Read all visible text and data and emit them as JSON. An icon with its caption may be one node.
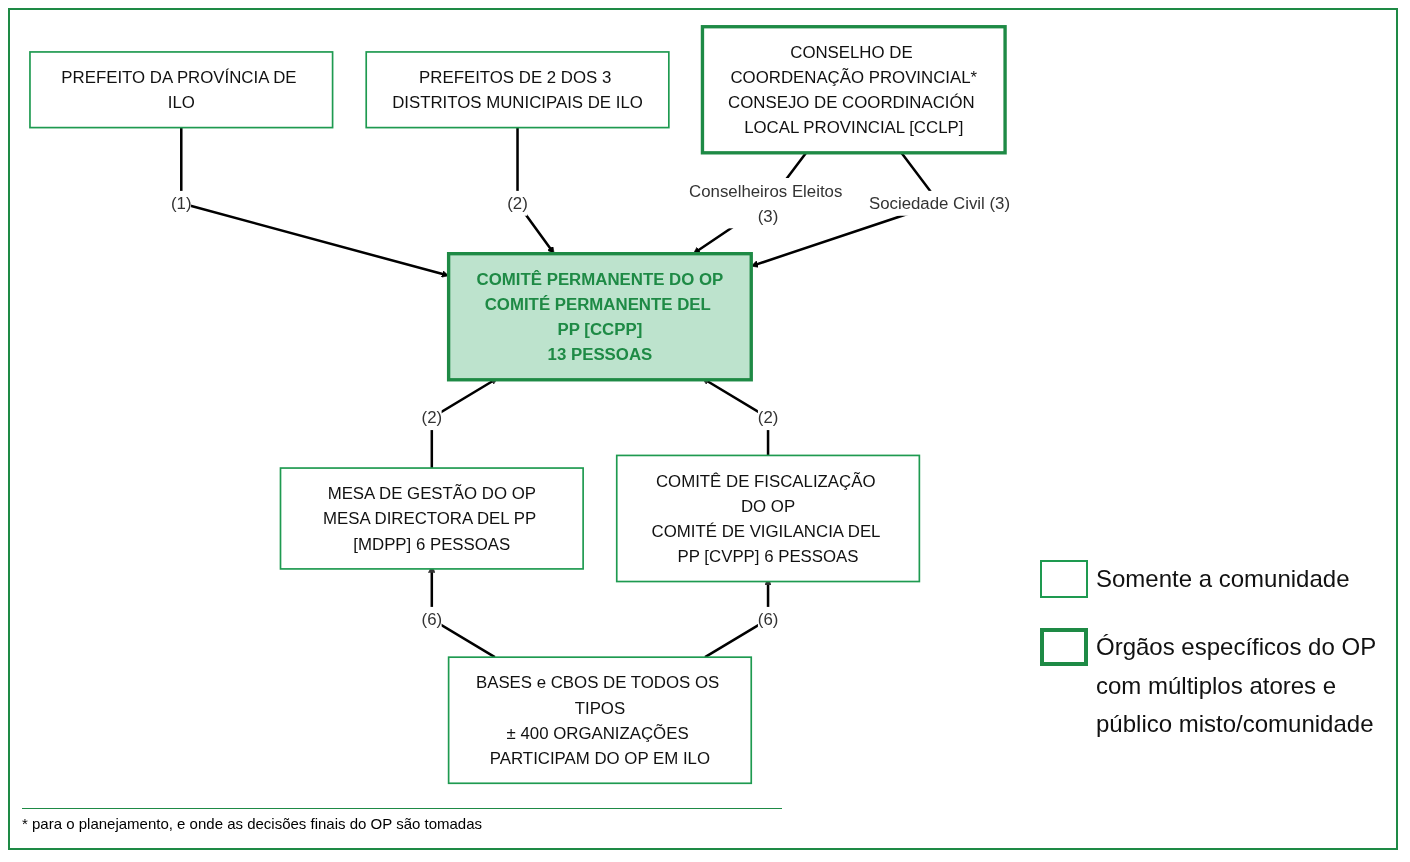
{
  "diagram": {
    "nodes": [
      {
        "text": [
          "PREFEITO DA PROVÍNCIA DE ILO"
        ]
      },
      {
        "text": [
          "PREFEITOS DE 2 DOS 3 DISTRITOS MUNICIPAIS DE ILO"
        ]
      },
      {
        "text": [
          "CONSELHO DE COORDENAÇÃO PROVINCIAL*",
          "CONSEJO DE COORDINACIÓN LOCAL PROVINCIAL [CCLP]"
        ]
      },
      {
        "text": [
          "COMITÊ PERMANENTE DO OP",
          "COMITÉ PERMANENTE DEL PP [CCPP]",
          "13 PESSOAS"
        ]
      },
      {
        "text": [
          "MESA DE GESTÃO DO OP",
          "MESA DIRECTORA DEL PP [MDPP] 6 PESSOAS"
        ]
      },
      {
        "text": [
          "COMITÊ DE FISCALIZAÇÃO DO OP",
          "COMITÉ DE VIGILANCIA DEL PP [CVPP] 6 PESSOAS"
        ]
      },
      {
        "text": [
          "BASES e CBOS DE TODOS OS TIPOS",
          "± 400 ORGANIZAÇÕES PARTICIPAM DO OP EM ILO"
        ]
      }
    ],
    "edges": [
      {
        "from": 0,
        "to": 3,
        "arrow": "to",
        "label": "(1)"
      },
      {
        "from": 1,
        "to": 3,
        "arrow": "to",
        "label": "(2)"
      },
      {
        "from": 2,
        "to": 3,
        "arrow": "to",
        "label": "Conselheiros Eleitos (3)"
      },
      {
        "from": 2,
        "to": 3,
        "arrow": "to",
        "label": "Sociedade Civil (3)"
      },
      {
        "from": 4,
        "to": 3,
        "arrow": "to",
        "label": "(2)"
      },
      {
        "from": 5,
        "to": 3,
        "arrow": "to",
        "label": "(2)"
      },
      {
        "from": 6,
        "to": 4,
        "arrow": "to",
        "label": "(6)"
      },
      {
        "from": 6,
        "to": 5,
        "arrow": "to",
        "label": "(6)"
      }
    ],
    "caption": "* para o planejamento, e onde as decisões finais do OP são tomadas",
    "legend": [
      {
        "text": "Somente a comunidade"
      },
      {
        "text": "Órgãos específicos do OP com múltiplos atores e público misto/comunidade"
      }
    ]
  }
}
